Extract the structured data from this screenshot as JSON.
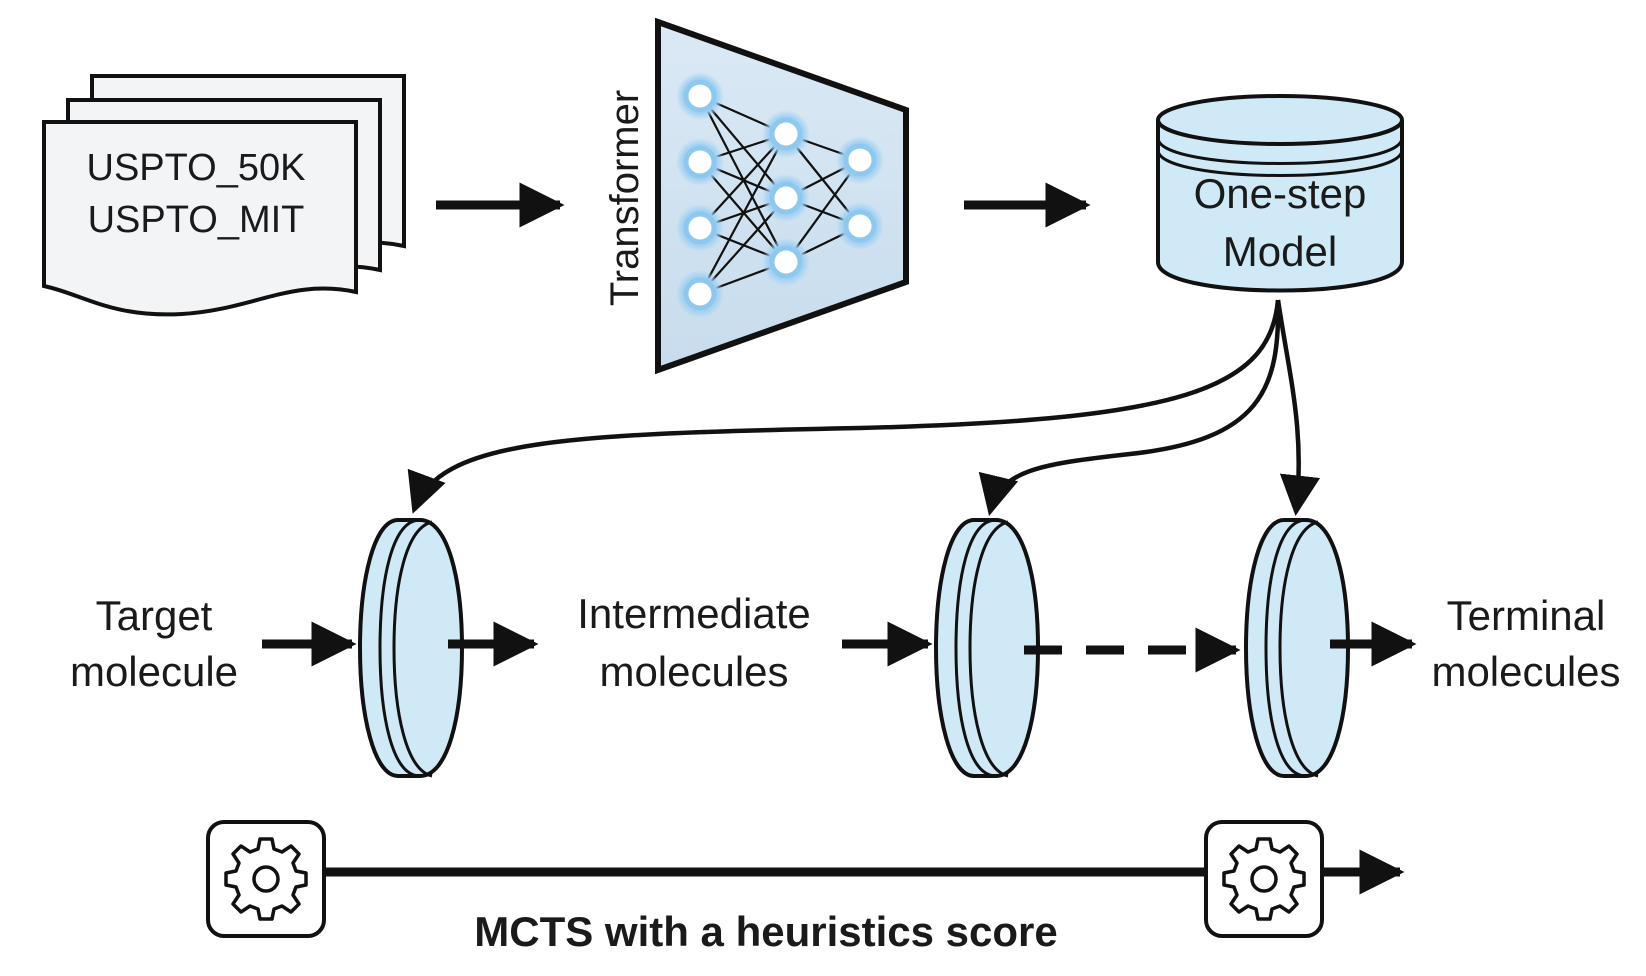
{
  "datasets": {
    "line1": "USPTO_50K",
    "line2": "USPTO_MIT"
  },
  "transformer": {
    "label": "Transformer"
  },
  "one_step_model": {
    "line1": "One-step",
    "line2": "Model"
  },
  "pipeline": {
    "target": {
      "line1": "Target",
      "line2": "molecule"
    },
    "intermediate": {
      "line1": "Intermediate",
      "line2": "molecules"
    },
    "terminal": {
      "line1": "Terminal",
      "line2": "molecules"
    }
  },
  "mcts": {
    "label": "MCTS with a heuristics score"
  },
  "colors": {
    "stroke": "#111111",
    "light_blue": "#cfe9f7",
    "node_glow": "#a9d6f5",
    "doc_fill": "#f2f4f6",
    "trapezoid_fill": "#d3e5f3"
  },
  "icons": [
    "document-stack-icon",
    "neural-network-icon",
    "database-cylinder-icon",
    "disc-icon",
    "gear-icon"
  ]
}
